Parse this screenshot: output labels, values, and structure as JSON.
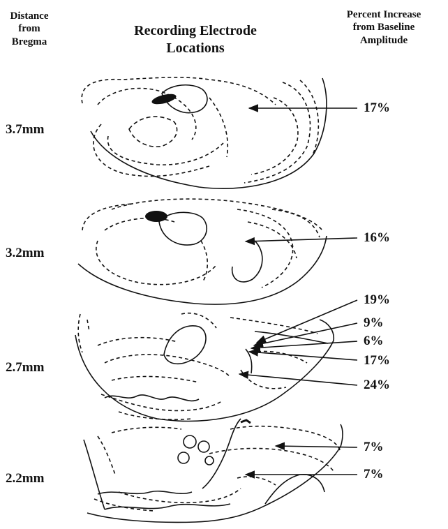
{
  "headers": {
    "distance": [
      "Distance",
      "from",
      "Bregma"
    ],
    "recording": [
      "Recording Electrode",
      "Locations"
    ],
    "percent": [
      "Percent Increase",
      "from Baseline",
      "Amplitude"
    ]
  },
  "sections": [
    {
      "distance": "3.7mm",
      "percents": [
        "17%"
      ]
    },
    {
      "distance": "3.2mm",
      "percents": [
        "16%"
      ]
    },
    {
      "distance": "2.7mm",
      "percents": [
        "19%",
        "9%",
        "6%",
        "17%",
        "24%"
      ]
    },
    {
      "distance": "2.2mm",
      "percents": [
        "7%",
        "7%"
      ]
    }
  ],
  "colors": {
    "ink": "#111111",
    "background": "#ffffff"
  }
}
